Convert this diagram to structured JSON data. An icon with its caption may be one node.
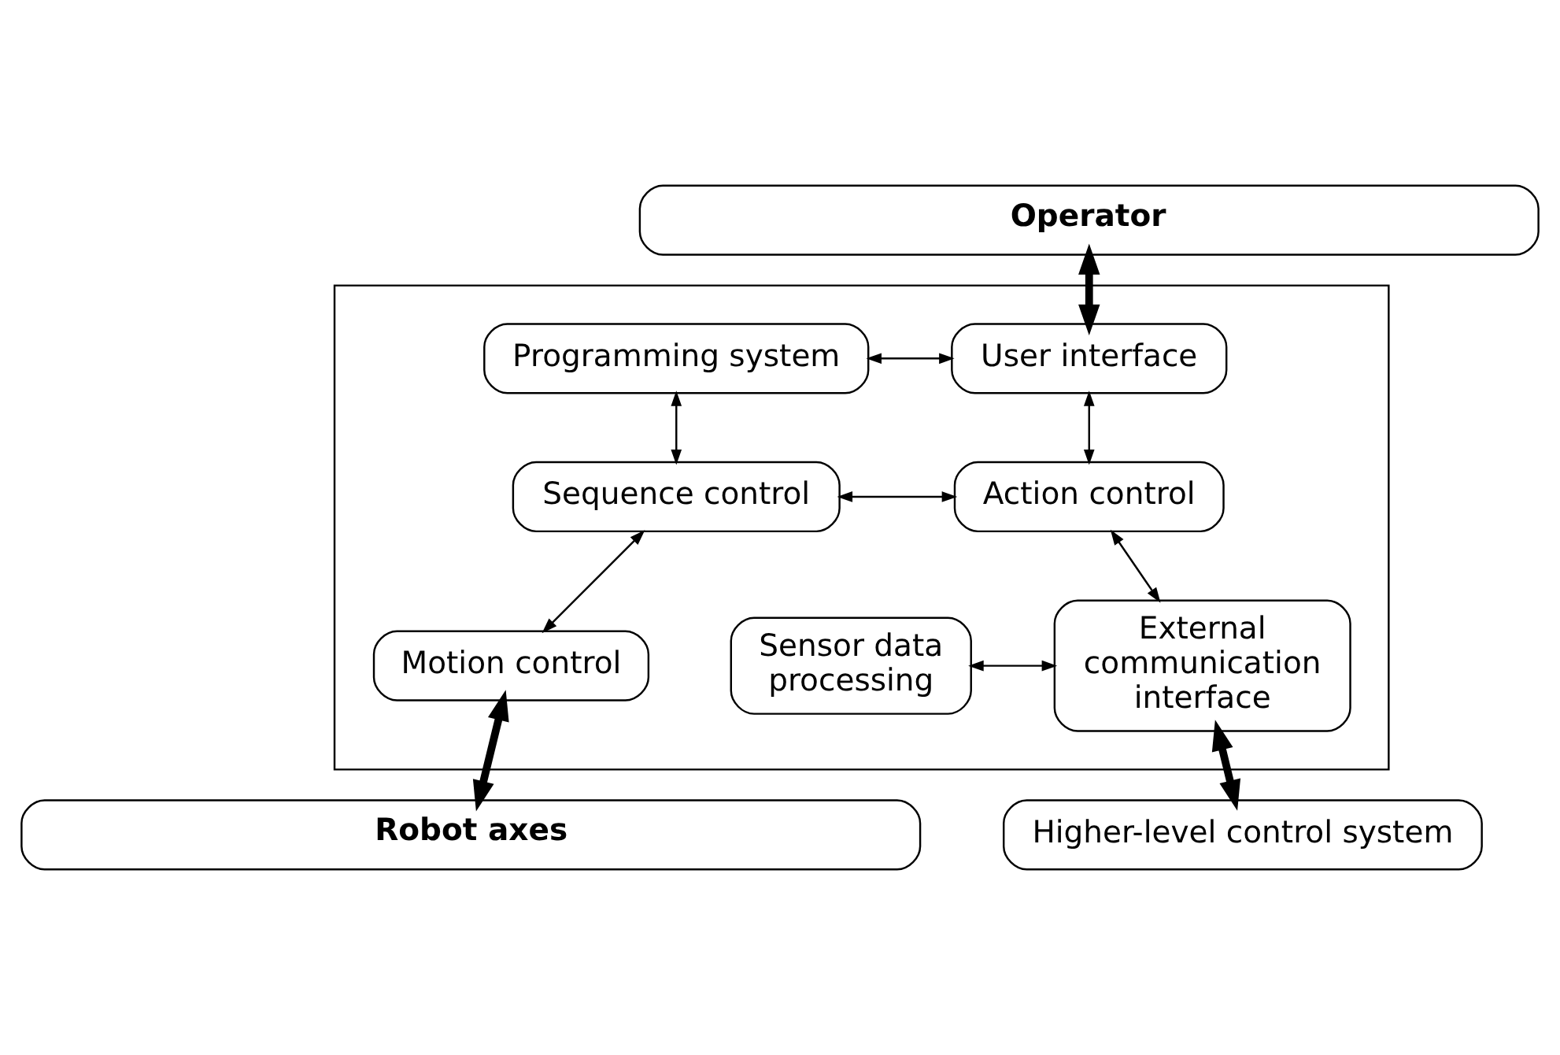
{
  "diagram": {
    "nodes": [
      {
        "text": [
          "Operator"
        ]
      },
      {
        "text": [],
        "shape": "box"
      },
      {
        "text": [
          "Programming system"
        ],
        "in": 1
      },
      {
        "text": [
          "User interface"
        ],
        "in": 1
      },
      {
        "text": [
          "Sequence control"
        ],
        "in": 1
      },
      {
        "text": [
          "Action control"
        ],
        "in": 1
      },
      {
        "text": [
          "Motion control"
        ],
        "in": 1
      },
      {
        "text": [
          "Sensor data processing"
        ],
        "in": 1
      },
      {
        "text": [
          "External communication interface"
        ],
        "in": 1
      },
      {
        "text": [
          "Higher-level control system"
        ]
      },
      {
        "text": [
          "Robot axes"
        ]
      }
    ],
    "edges": [
      {
        "from": 0,
        "to": 3,
        "arrow": "both",
        "style": "thick"
      },
      {
        "from": 2,
        "to": 3,
        "arrow": "both"
      },
      {
        "from": 2,
        "to": 4,
        "arrow": "both"
      },
      {
        "from": 3,
        "to": 5,
        "arrow": "both"
      },
      {
        "from": 4,
        "to": 5,
        "arrow": "both"
      },
      {
        "from": 4,
        "to": 6,
        "arrow": "both"
      },
      {
        "from": 5,
        "to": 8,
        "arrow": "both"
      },
      {
        "from": 7,
        "to": 8,
        "arrow": "both"
      },
      {
        "from": 8,
        "to": 9,
        "arrow": "both",
        "style": "thick"
      },
      {
        "from": 6,
        "to": 10,
        "arrow": "both",
        "style": "thick"
      }
    ]
  }
}
